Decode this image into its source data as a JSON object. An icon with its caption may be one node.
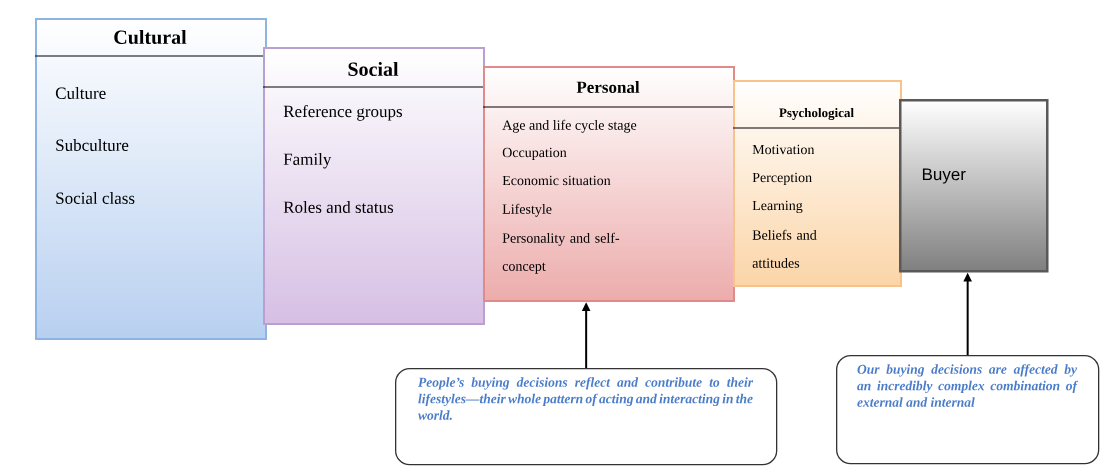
{
  "diagram": {
    "nodes": [
      {
        "text": [
          "Cultural",
          "Culture",
          "Subculture",
          "Social class"
        ]
      },
      {
        "text": [
          "Social",
          "Reference groups",
          "Family",
          "Roles and status"
        ]
      },
      {
        "text": [
          "Personal",
          "Age and life cycle stage",
          "Occupation",
          "Economic situation",
          "Lifestyle",
          "Personality and self-concept"
        ]
      },
      {
        "text": [
          "Psychological",
          "Motivation",
          "Perception",
          "Learning",
          "Beliefs and attitudes"
        ]
      },
      {
        "text": [
          "Buyer"
        ]
      },
      {
        "text": [
          "People’s buying decisions reflect and contribute to their lifestyles—their whole pattern of acting and interacting in the world."
        ]
      },
      {
        "text": [
          "Our buying decisions are affected by an incredibly complex combination of external and internal"
        ]
      }
    ],
    "edges": [
      {
        "from": 5,
        "to": 2,
        "arrow": "to"
      },
      {
        "from": 6,
        "to": 4,
        "arrow": "to"
      }
    ]
  }
}
